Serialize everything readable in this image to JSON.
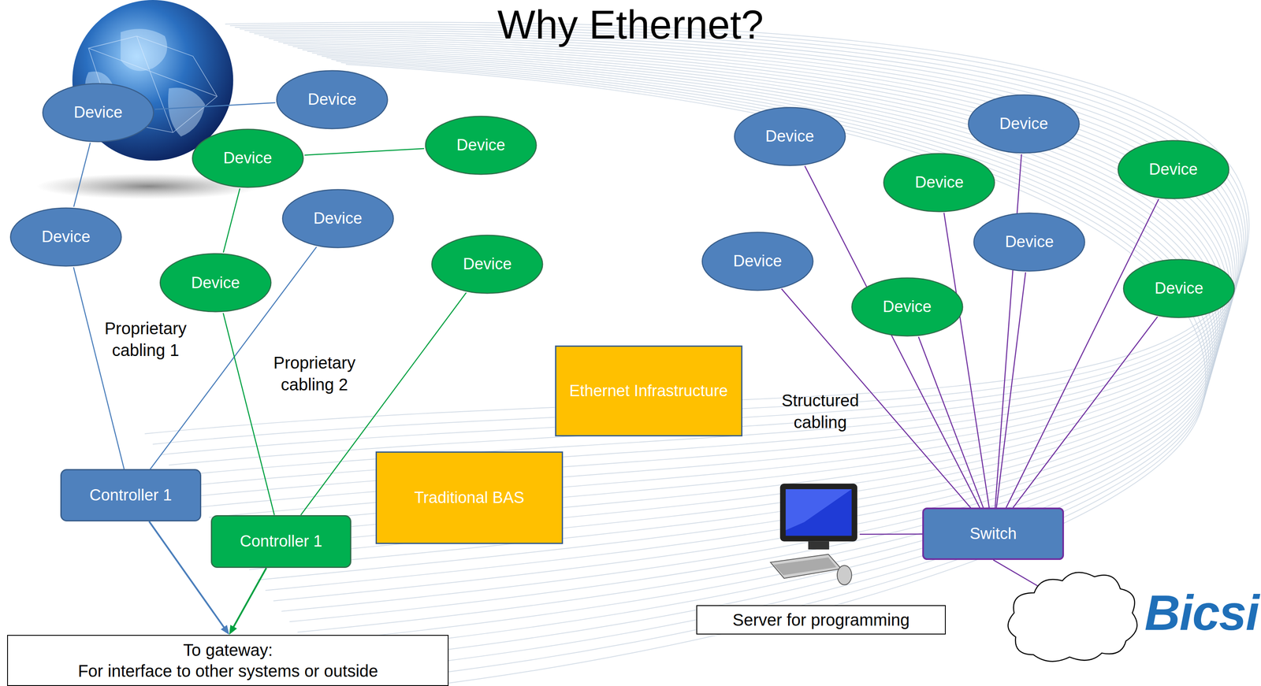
{
  "diagram": {
    "title": "Why Ethernet?",
    "nodes": [
      {
        "text": [
          "Device"
        ]
      },
      {
        "text": [
          "Device"
        ]
      },
      {
        "text": [
          "Device"
        ]
      },
      {
        "text": [
          "Device"
        ]
      },
      {
        "text": [
          "Device"
        ]
      },
      {
        "text": [
          "Device"
        ]
      },
      {
        "text": [
          "Device"
        ]
      },
      {
        "text": [
          "Device"
        ]
      },
      {
        "text": [
          "Controller 1"
        ]
      },
      {
        "text": [
          "Controller 1"
        ]
      },
      {
        "text": [
          "Traditional BAS"
        ]
      },
      {
        "text": [
          "Ethernet Infrastructure"
        ]
      },
      {
        "text": [
          "To gateway:",
          "For interface to other systems or outside"
        ]
      },
      {
        "text": [
          "Device"
        ]
      },
      {
        "text": [
          "Device"
        ]
      },
      {
        "text": [
          "Device"
        ]
      },
      {
        "text": [
          "Device"
        ]
      },
      {
        "text": [
          "Device"
        ]
      },
      {
        "text": [
          "Device"
        ]
      },
      {
        "text": [
          "Device"
        ]
      },
      {
        "text": [
          "Device"
        ]
      },
      {
        "text": [
          "Switch"
        ]
      },
      {
        "text": [
          "Server for programming"
        ]
      }
    ],
    "edges": [
      {
        "from": 0,
        "to": 1,
        "arrow": "none"
      },
      {
        "from": 0,
        "to": 5,
        "arrow": "none"
      },
      {
        "from": 2,
        "to": 3,
        "arrow": "none"
      },
      {
        "from": 2,
        "to": 6,
        "arrow": "none"
      },
      {
        "from": 4,
        "to": 8,
        "arrow": "none"
      },
      {
        "from": 5,
        "to": 8,
        "arrow": "none"
      },
      {
        "from": 6,
        "to": 9,
        "arrow": "none"
      },
      {
        "from": 7,
        "to": 9,
        "arrow": "none"
      },
      {
        "from": 8,
        "to": 12,
        "arrow": "to"
      },
      {
        "from": 9,
        "to": 12,
        "arrow": "to"
      },
      {
        "from": 13,
        "to": 21,
        "arrow": "none"
      },
      {
        "from": 14,
        "to": 21,
        "arrow": "none"
      },
      {
        "from": 15,
        "to": 21,
        "arrow": "none"
      },
      {
        "from": 16,
        "to": 21,
        "arrow": "none"
      },
      {
        "from": 17,
        "to": 21,
        "arrow": "none"
      },
      {
        "from": 18,
        "to": 21,
        "arrow": "none"
      },
      {
        "from": 19,
        "to": 21,
        "arrow": "none"
      },
      {
        "from": 20,
        "to": 21,
        "arrow": "none"
      },
      {
        "from": 22,
        "to": 21,
        "arrow": "none"
      }
    ],
    "labels": [
      "Proprietary cabling 1",
      "Proprietary cabling 2",
      "Structured cabling",
      "Bicsi"
    ]
  }
}
